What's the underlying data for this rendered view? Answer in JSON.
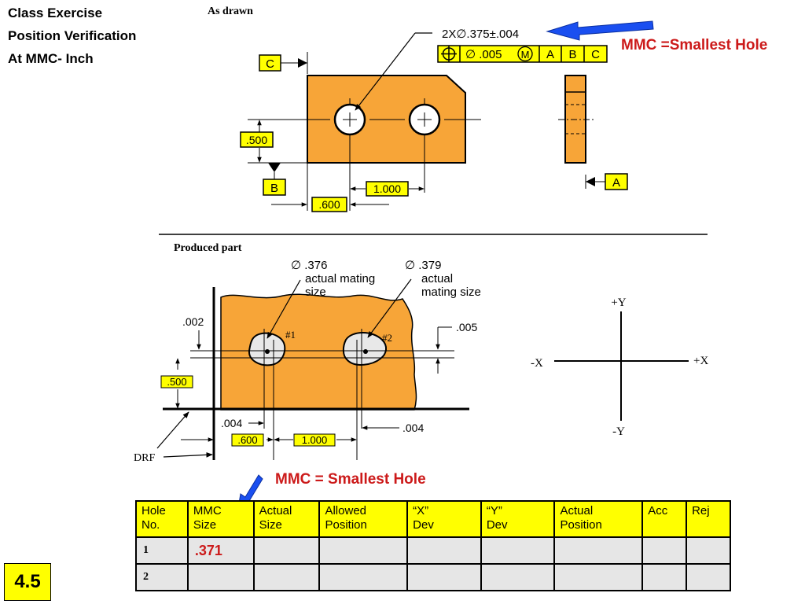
{
  "slide": {
    "title_lines": [
      "Class Exercise",
      "Position Verification",
      "At MMC- Inch"
    ],
    "number": "4.5"
  },
  "as_drawn": {
    "caption": "As drawn",
    "callout": "2X∅.375±.004",
    "fcf": [
      "⊕",
      "∅ .005",
      "M",
      "A",
      "B",
      "C"
    ],
    "datum_c": "C",
    "datum_b": "B",
    "datum_a": "A",
    "dim_500": ".500",
    "dim_600": ".600",
    "dim_1000": "1.000"
  },
  "notes": {
    "mmc_top": "MMC =Smallest Hole",
    "mmc_bottom": "MMC = Smallest Hole"
  },
  "produced": {
    "caption": "Produced part",
    "hole1_note": [
      "∅ .376",
      "actual mating",
      "size"
    ],
    "hole2_note": [
      "∅ .379",
      "actual",
      "mating size"
    ],
    "hole1_label": "#1",
    "hole2_label": "#2",
    "dev_002": ".002",
    "dev_005": ".005",
    "dev_004_left": ".004",
    "dev_004_right": ".004",
    "dim_500": ".500",
    "dim_600": ".600",
    "dim_1000": "1.000",
    "drf": "DRF"
  },
  "axes": {
    "plus_y": "+Y",
    "minus_y": "-Y",
    "plus_x": "+X",
    "minus_x": "-X"
  },
  "table": {
    "headers": [
      [
        "Hole",
        "No."
      ],
      [
        "MMC",
        "Size"
      ],
      [
        "Actual",
        "Size"
      ],
      [
        "Allowed",
        "Position"
      ],
      [
        "“X”",
        "Dev"
      ],
      [
        "“Y”",
        "Dev"
      ],
      [
        "Actual",
        "Position"
      ],
      [
        "Acc",
        ""
      ],
      [
        "Rej",
        ""
      ]
    ],
    "rows": [
      [
        "1",
        ".371",
        "",
        "",
        "",
        "",
        "",
        "",
        ""
      ],
      [
        "2",
        "",
        "",
        "",
        "",
        "",
        "",
        "",
        ""
      ]
    ]
  },
  "colors": {
    "part_fill": "#f7a538",
    "label_yellow": "#ffff00",
    "note_red": "#cc1a1a",
    "arrow_blue": "#1a4ff0",
    "table_body": "#e6e6e6"
  }
}
